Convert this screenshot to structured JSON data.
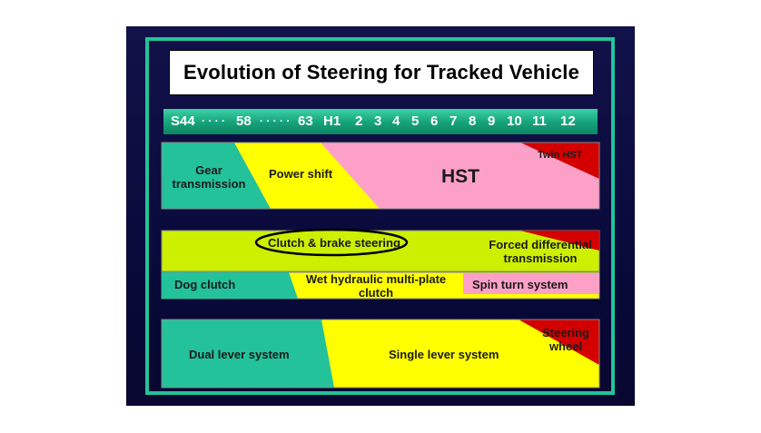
{
  "title": "Evolution of Steering for Tracked Vehicle",
  "timeline": [
    "S44",
    "· · · ·",
    "58",
    "· · · · ·",
    "63",
    "H1",
    "2",
    "3",
    "4",
    "5",
    "6",
    "7",
    "8",
    "9",
    "10",
    "11",
    "12"
  ],
  "bands": {
    "transmission": {
      "gear": "Gear transmission",
      "power_shift": "Power shift",
      "hst": "HST",
      "twin_hst": "Twin HST"
    },
    "steering": {
      "clutch_brake": "Clutch & brake steering",
      "forced_diff": "Forced differential transmission",
      "dog_clutch": "Dog clutch",
      "wet_hydraulic": "Wet hydraulic multi-plate clutch",
      "spin_turn": "Spin turn system"
    },
    "lever": {
      "dual": "Dual lever system",
      "single": "Single lever system",
      "steering_wheel": "Steering wheel"
    }
  },
  "colors": {
    "teal": "#23c29b",
    "yellow": "#ffff00",
    "lime": "#ccf000",
    "pink": "#fda0c8",
    "red": "#d40000",
    "frame": "#22c49a",
    "background": "#0c0c40"
  }
}
